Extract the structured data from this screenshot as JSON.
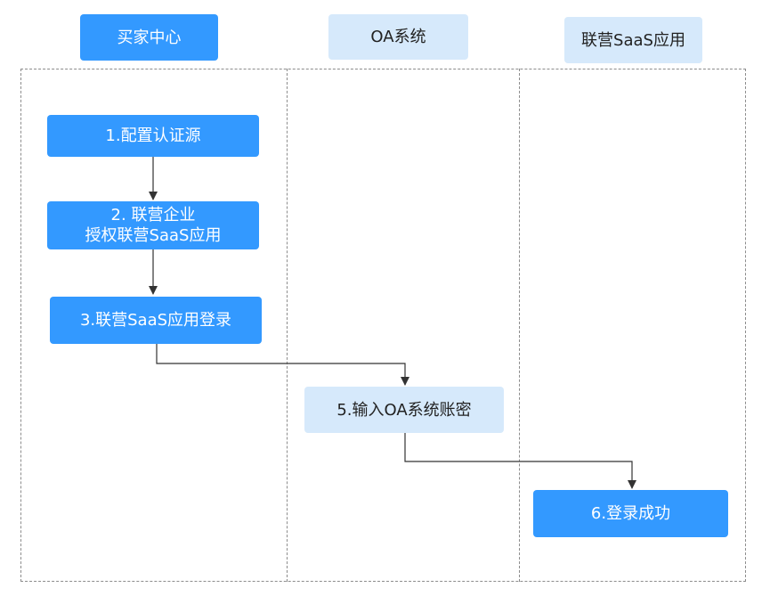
{
  "lanes": {
    "buyer": "买家中心",
    "oa": "OA系统",
    "saas": "联营SaaS应用"
  },
  "steps": {
    "s1": "1.配置认证源",
    "s2_line1": "2. 联营企业",
    "s2_line2": "授权联营SaaS应用",
    "s3": "3.联营SaaS应用登录",
    "s5": "5.输入OA系统账密",
    "s6": "6.登录成功"
  },
  "colors": {
    "primary": "#3399ff",
    "secondary": "#d6e9fb",
    "line": "#333333",
    "border": "#8c8c8c"
  }
}
